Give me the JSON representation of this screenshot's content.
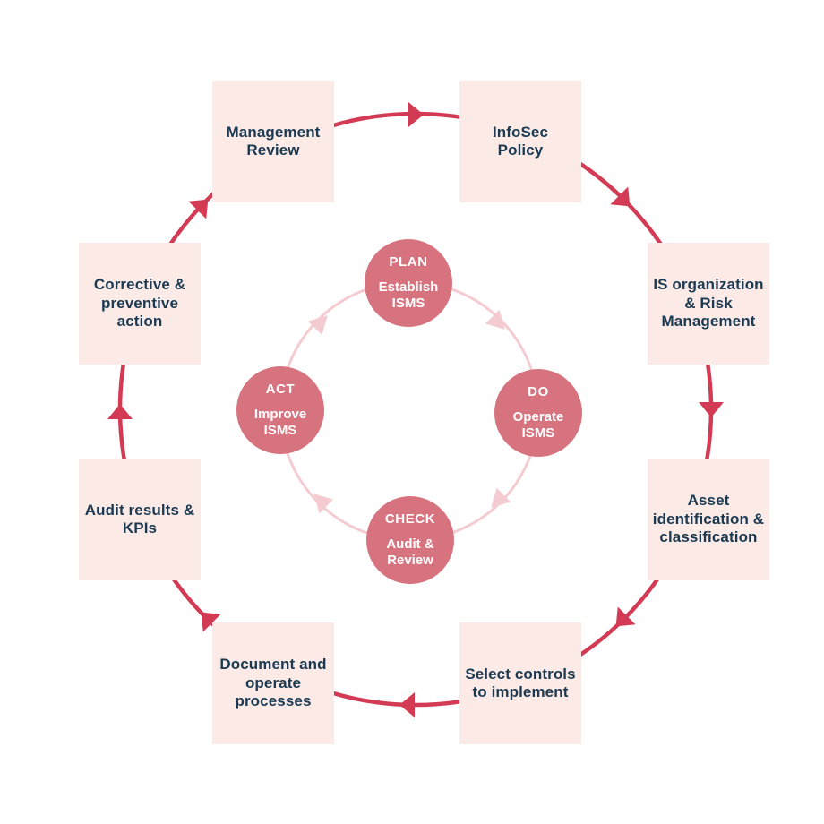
{
  "diagram": {
    "name": "ISMS PDCA cycle",
    "outer_cycle": {
      "direction": "clockwise",
      "arrow_color": "#d33b54",
      "box_fill": "#fbeae6",
      "box_text_color": "#1b3a52",
      "boxes": [
        {
          "id": "management-review",
          "label": "Management\nReview"
        },
        {
          "id": "infosec-policy",
          "label": "InfoSec\nPolicy"
        },
        {
          "id": "is-organization",
          "label": "IS organization\n& Risk\nManagement"
        },
        {
          "id": "asset-identification",
          "label": "Asset\nidentification &\nclassification"
        },
        {
          "id": "select-controls",
          "label": "Select controls\nto implement"
        },
        {
          "id": "document-operate",
          "label": "Document and\noperate\nprocesses"
        },
        {
          "id": "audit-results",
          "label": "Audit results &\nKPIs"
        },
        {
          "id": "corrective-preventive",
          "label": "Corrective &\npreventive\naction"
        }
      ]
    },
    "inner_cycle": {
      "direction": "clockwise",
      "ring_color": "#f3cbd1",
      "circle_fill": "#d7737f",
      "circle_text_color": "#ffffff",
      "circles": [
        {
          "id": "plan",
          "title": "PLAN",
          "subtitle": "Establish\nISMS"
        },
        {
          "id": "do",
          "title": "DO",
          "subtitle": "Operate\nISMS"
        },
        {
          "id": "check",
          "title": "CHECK",
          "subtitle": "Audit &\nReview"
        },
        {
          "id": "act",
          "title": "ACT",
          "subtitle": "Improve\nISMS"
        }
      ]
    }
  }
}
